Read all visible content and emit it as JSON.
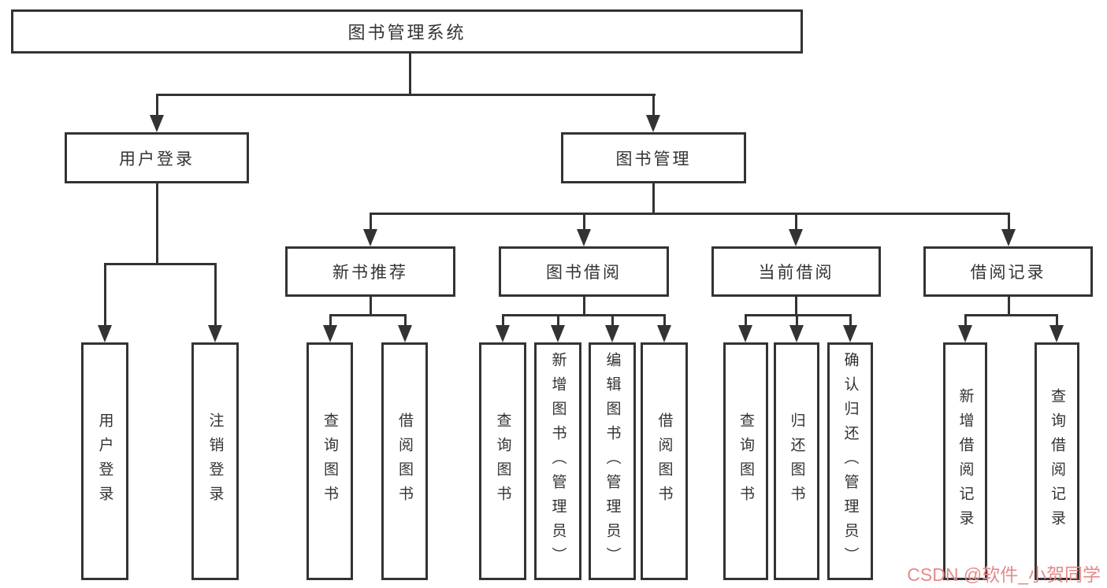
{
  "diagram": {
    "watermark": "CSDN @软件_小贺同学",
    "colors": {
      "line": "#333333",
      "background": "#ffffff",
      "watermark": "#e58a8a"
    },
    "tree": {
      "root": {
        "label": "图书管理系统",
        "children": [
          {
            "label": "用户登录",
            "children": [
              {
                "label": "用户登录"
              },
              {
                "label": "注销登录"
              }
            ]
          },
          {
            "label": "图书管理",
            "children": [
              {
                "label": "新书推荐",
                "children": [
                  {
                    "label": "查询图书"
                  },
                  {
                    "label": "借阅图书"
                  }
                ]
              },
              {
                "label": "图书借阅",
                "children": [
                  {
                    "label": "查询图书"
                  },
                  {
                    "label": "新增图书（管理员）"
                  },
                  {
                    "label": "编辑图书（管理员）"
                  },
                  {
                    "label": "借阅图书"
                  }
                ]
              },
              {
                "label": "当前借阅",
                "children": [
                  {
                    "label": "查询图书"
                  },
                  {
                    "label": "归还图书"
                  },
                  {
                    "label": "确认归还（管理员）"
                  }
                ]
              },
              {
                "label": "借阅记录",
                "children": [
                  {
                    "label": "新增借阅记录"
                  },
                  {
                    "label": "查询借阅记录"
                  }
                ]
              }
            ]
          }
        ]
      }
    }
  }
}
